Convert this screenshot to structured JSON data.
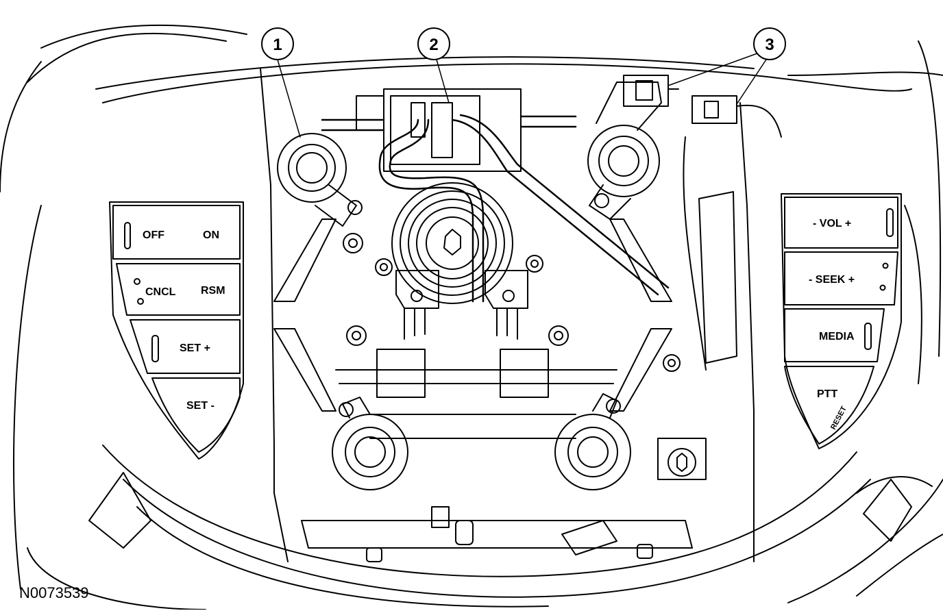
{
  "figure_id": "N0073539",
  "callouts": [
    {
      "id": "1",
      "label": "1"
    },
    {
      "id": "2",
      "label": "2"
    },
    {
      "id": "3",
      "label": "3"
    }
  ],
  "left_switch_pack": {
    "row1": {
      "left": "OFF",
      "right": "ON"
    },
    "row2": {
      "left": "CNCL",
      "right": "RSM"
    },
    "row3": {
      "label": "SET +"
    },
    "row4": {
      "label": "SET -"
    }
  },
  "right_switch_pack": {
    "row1": {
      "label": "- VOL +"
    },
    "row2": {
      "label": "- SEEK +"
    },
    "row3": {
      "label": "MEDIA"
    },
    "row4": {
      "label": "PTT"
    },
    "side_label": "RESET"
  }
}
